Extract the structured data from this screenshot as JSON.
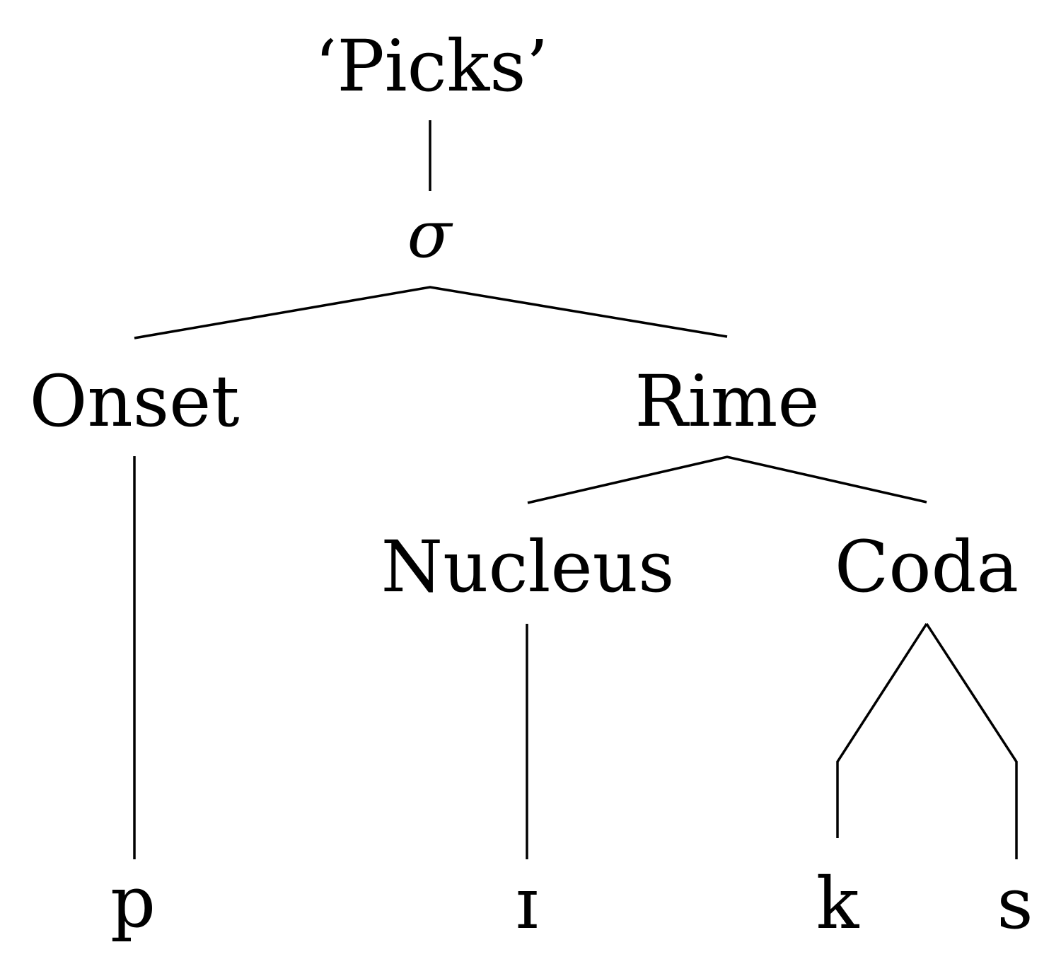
{
  "word": "‘Picks’",
  "nodes": {
    "syllable": "σ",
    "onset": "Onset",
    "rime": "Rime",
    "nucleus": "Nucleus",
    "coda": "Coda"
  },
  "segments": {
    "p": "p",
    "vowel": "ɪ",
    "k": "k",
    "s": "s"
  },
  "colors": {
    "ink": "#000000",
    "background": "#ffffff"
  }
}
